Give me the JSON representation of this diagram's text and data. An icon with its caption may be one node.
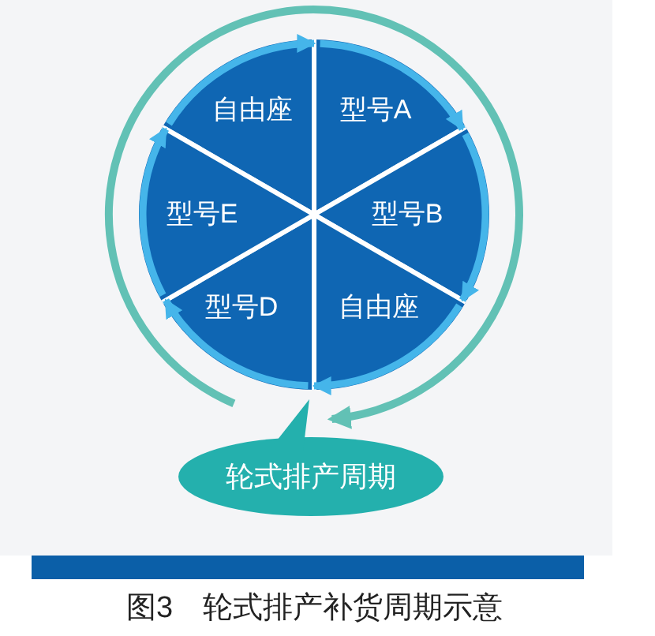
{
  "diagram": {
    "caption": "图3　轮式排产补货周期示意",
    "nodes": [
      {
        "text": [
          "自由座"
        ]
      },
      {
        "text": [
          "型号A"
        ]
      },
      {
        "text": [
          "型号B"
        ]
      },
      {
        "text": [
          "自由座"
        ]
      },
      {
        "text": [
          "型号D"
        ]
      },
      {
        "text": [
          "型号E"
        ]
      },
      {
        "text": [
          "轮式排产周期"
        ]
      },
      {
        "text": [],
        "shape": "bar"
      }
    ],
    "edges": [
      {
        "from": 0,
        "to": 1,
        "arrow": "to"
      },
      {
        "from": 1,
        "to": 2,
        "arrow": "to"
      },
      {
        "from": 2,
        "to": 3,
        "arrow": "to"
      },
      {
        "from": 3,
        "to": 4,
        "arrow": "to"
      },
      {
        "from": 4,
        "to": 5,
        "arrow": "to"
      },
      {
        "from": 5,
        "to": 0,
        "arrow": "to"
      }
    ]
  }
}
